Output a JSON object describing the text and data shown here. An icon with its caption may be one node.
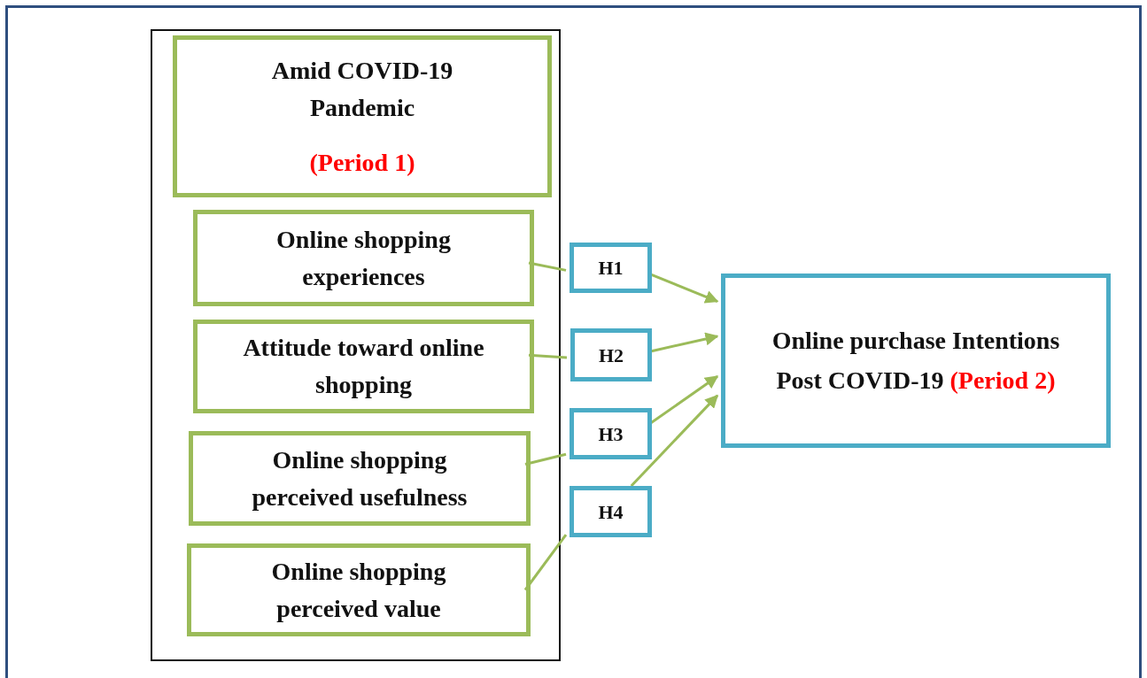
{
  "diagram": {
    "nodes": [
      {
        "text": [],
        "shape": "box"
      },
      {
        "text": [
          "Amid COVID-19 Pandemic",
          "(Period 1)"
        ],
        "in": 0
      },
      {
        "text": [
          "Online shopping experiences"
        ],
        "in": 0
      },
      {
        "text": [
          "Attitude toward online shopping"
        ],
        "in": 0
      },
      {
        "text": [
          "Online shopping perceived usefulness"
        ],
        "in": 0
      },
      {
        "text": [
          "Online shopping perceived value"
        ],
        "in": 0
      },
      {
        "text": [
          "H1"
        ]
      },
      {
        "text": [
          "H2"
        ]
      },
      {
        "text": [
          "H3"
        ]
      },
      {
        "text": [
          "H4"
        ]
      },
      {
        "text": [
          "Online purchase Intentions Post COVID-19",
          "(Period 2)"
        ]
      }
    ],
    "edges": [
      {
        "from": 2,
        "to": 6,
        "arrow": "none"
      },
      {
        "from": 6,
        "to": 10,
        "arrow": "to"
      },
      {
        "from": 3,
        "to": 7,
        "arrow": "none"
      },
      {
        "from": 7,
        "to": 10,
        "arrow": "to"
      },
      {
        "from": 4,
        "to": 8,
        "arrow": "none"
      },
      {
        "from": 8,
        "to": 10,
        "arrow": "to"
      },
      {
        "from": 5,
        "to": 9,
        "arrow": "none"
      },
      {
        "from": 9,
        "to": 10,
        "arrow": "to"
      }
    ]
  }
}
